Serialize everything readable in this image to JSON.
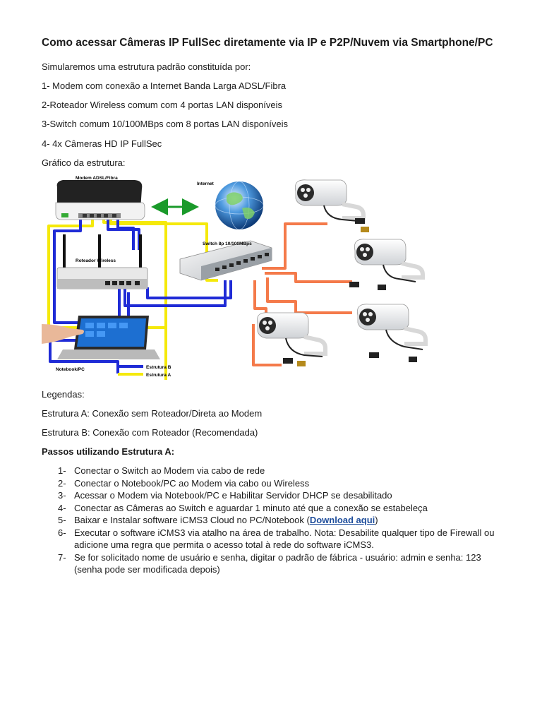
{
  "title": "Como acessar Câmeras IP FullSec diretamente via IP e P2P/Nuvem via Smartphone/PC",
  "intro": "Simularemos uma estrutura padrão constituída por:",
  "items": [
    "1- Modem com conexão a Internet Banda Larga ADSL/Fibra",
    "2-Roteador Wireless comum com 4 portas LAN disponíveis",
    "3-Switch comum 10/100MBps com 8 portas LAN disponíveis",
    "4- 4x Câmeras HD IP FullSec"
  ],
  "graph_heading": "Gráfico da estrutura:",
  "diagram": {
    "modem_label": "Modem ADSL/Fibra",
    "internet_label": "Internet",
    "switch_label": "Switch 8p 10/100MBps",
    "router_label": "Roteador Wireless",
    "notebook_label": "Notebook/PC",
    "legend_b": "Estrutura B",
    "legend_a": "Estrutura A",
    "colors": {
      "structure_a": "#f5e90a",
      "structure_b": "#1f2bd6",
      "cameras": "#f47a4a",
      "link": "#1a9a2a"
    }
  },
  "legend_heading": "Legendas:",
  "structure_a": "Estrutura A: Conexão sem Roteador/Direta ao Modem",
  "structure_b": "Estrutura B: Conexão com Roteador (Recomendada)",
  "steps_heading": "Passos utilizando Estrutura A:",
  "steps": [
    {
      "num": "1-",
      "text": "Conectar o Switch ao Modem via cabo de rede"
    },
    {
      "num": "2-",
      "text": "Conectar o Notebook/PC ao Modem via cabo ou Wireless"
    },
    {
      "num": "3-",
      "text": "Acessar o Modem via Notebook/PC e Habilitar Servidor DHCP se desabilitado"
    },
    {
      "num": "4-",
      "text": "Conectar as Câmeras ao Switch e aguardar 1 minuto até que a conexão se estabeleça"
    },
    {
      "num": "5-",
      "text_before": "Baixar e Instalar software iCMS3 Cloud no PC/Notebook (",
      "link": "Download aqui",
      "text_after": ")"
    },
    {
      "num": "6-",
      "text": "Executar o software iCMS3 via atalho na área de trabalho. Nota: Desabilite qualquer tipo de Firewall ou adicione uma regra que permita o acesso total à rede do software iCMS3."
    },
    {
      "num": "7-",
      "text": "Se for solicitado nome de usuário e senha, digitar o padrão de fábrica - usuário: admin e senha: 123 (senha pode ser modificada depois)"
    }
  ]
}
